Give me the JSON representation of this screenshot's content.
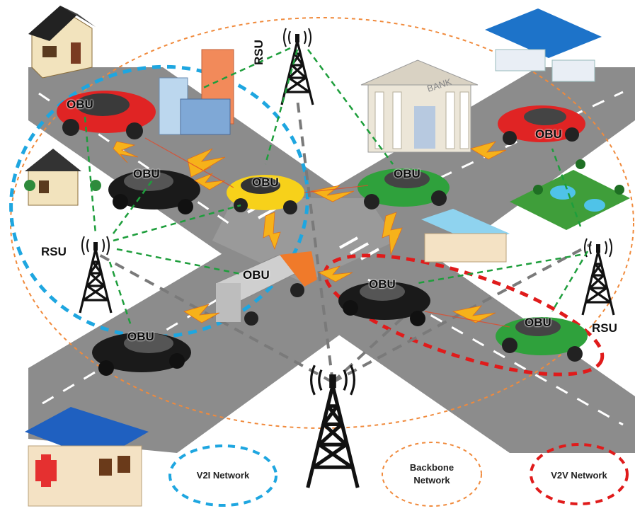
{
  "labels": {
    "obu": "OBU",
    "rsu": "RSU",
    "bank_sign": "BANK"
  },
  "legend": {
    "v2i": "V2I Network",
    "backbone_line1": "Backbone",
    "backbone_line2": "Network",
    "v2v": "V2V Network"
  },
  "colors": {
    "v2i_blue": "#1ea6e0",
    "backbone_orange": "#f08a3c",
    "v2v_red": "#e01b1b",
    "link_green": "#1e9e3c",
    "backhaul_gray": "#7a7a7a",
    "road_gray": "#8c8c8c",
    "lightning": "#f6b21a"
  }
}
